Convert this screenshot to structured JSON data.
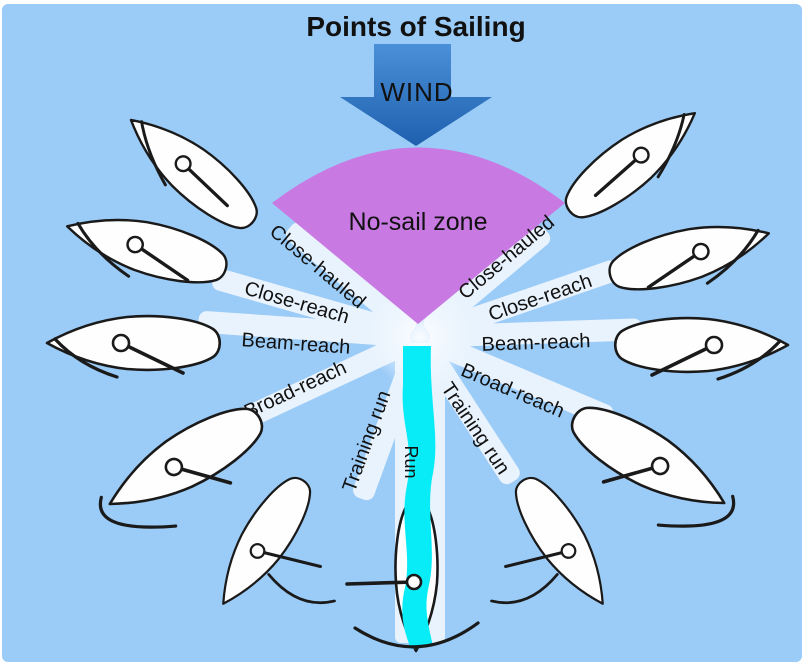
{
  "title": "Points of Sailing",
  "wind": {
    "label": "WIND"
  },
  "no_sail_zone": {
    "label": "No-sail zone"
  },
  "points_of_sail": {
    "left": {
      "close_hauled": "Close-hauled",
      "close_reach": "Close-reach",
      "beam_reach": "Beam-reach",
      "broad_reach": "Broad-reach",
      "training_run": "Training run"
    },
    "right": {
      "close_hauled": "Close-hauled",
      "close_reach": "Close-reach",
      "beam_reach": "Beam-reach",
      "broad_reach": "Broad-reach",
      "training_run": "Training run"
    },
    "run": "Run"
  },
  "colors": {
    "background": "#9bcbf7",
    "page_margin": "#ffffff",
    "no_sail_zone": "#c87ae2",
    "wind_arrow_top": "#4a90d8",
    "wind_arrow_bottom": "#1f60ae",
    "run_stripe": "#07ecf6",
    "label_strip": "#e9f3fd",
    "boat_hull": "#fefefe",
    "outline": "#1a1a1a",
    "text": "#111111"
  }
}
